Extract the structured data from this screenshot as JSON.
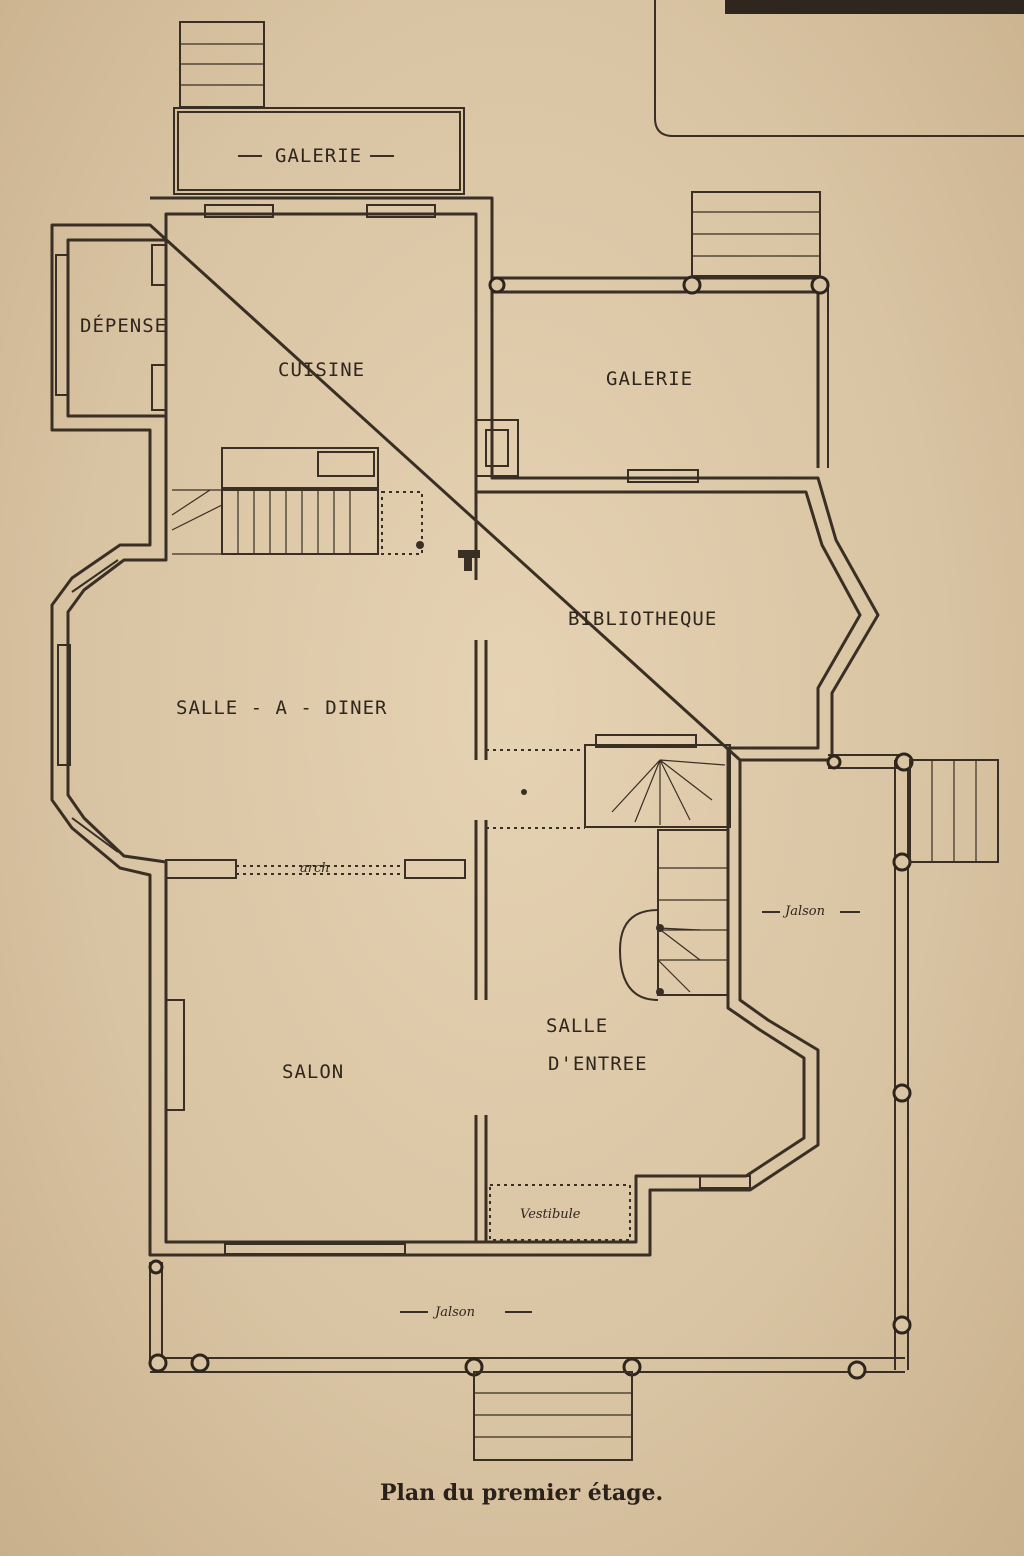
{
  "rooms": {
    "galerie_top": "GALERIE",
    "depense": "DÉPENSE",
    "cuisine": "CUISINE",
    "galerie_right": "GALERIE",
    "bibliotheque": "BIBLIOTHEQUE",
    "salle_a_diner": "SALLE - A - DINER",
    "salon": "SALON",
    "salle_entree_1": "SALLE",
    "salle_entree_2": "D'ENTREE"
  },
  "handwritten": {
    "porch_right": "Jalson",
    "porch_bottom": "Jalson",
    "arch": "arch",
    "vestibule": "Vestibule"
  },
  "caption": "Plan du premier étage."
}
